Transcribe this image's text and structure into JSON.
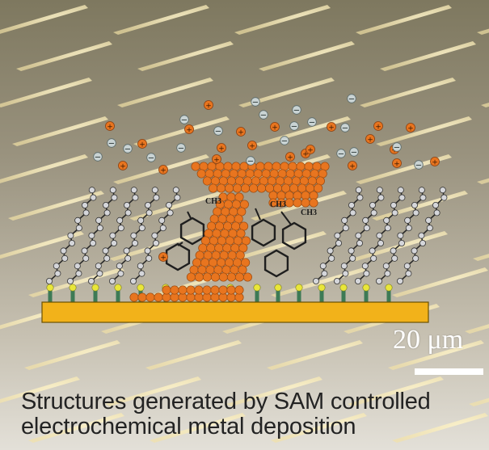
{
  "scale_bar": {
    "label": "20 μm"
  },
  "caption": {
    "line1": "Structures generated by SAM controlled",
    "line2": "electrochemical metal deposition"
  },
  "molecule_labels": [
    "CH3",
    "CH3",
    "CH3"
  ],
  "ion_signs": {
    "cation": "+",
    "anion": "−"
  },
  "colors": {
    "background": "#b9b1a0",
    "stripe": "#f3e5b0",
    "substrate": "#f2b21a",
    "metal_atom": "#e8751f",
    "anion": "#c9d3d3",
    "chain_node": "#d5d6da",
    "chain_line": "#2a2a2a",
    "headgroup": "#e9e63a",
    "anchor": "#3d7a55",
    "scale_bar": "#ffffff",
    "caption_text": "#232323"
  }
}
